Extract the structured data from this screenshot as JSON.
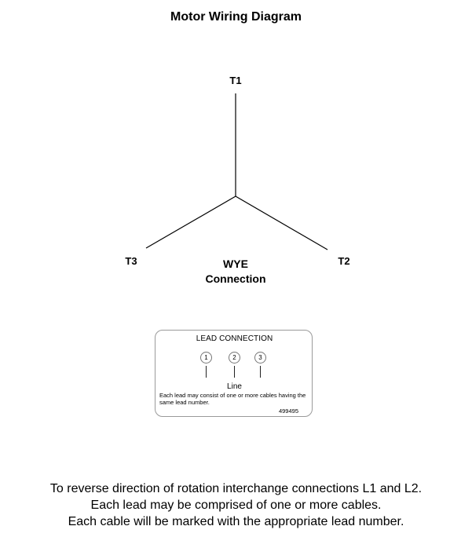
{
  "title": "Motor Wiring Diagram",
  "terminals": [
    {
      "label": "T1"
    },
    {
      "label": "T2"
    },
    {
      "label": "T3"
    }
  ],
  "connection": {
    "line1": "WYE",
    "line2": "Connection"
  },
  "lead_plate": {
    "title": "LEAD CONNECTION",
    "leads": [
      "1",
      "2",
      "3"
    ],
    "line_label": "Line",
    "note": "Each lead may consist of one or more cables having the same lead number.",
    "part_number": "499495"
  },
  "instructions": [
    "To reverse direction of rotation interchange connections L1 and L2.",
    "Each lead may be comprised of one or more cables.",
    "Each cable will be marked with the appropriate lead number."
  ],
  "colors": {
    "line": "#000000",
    "plate_border": "#9a9a9a"
  }
}
